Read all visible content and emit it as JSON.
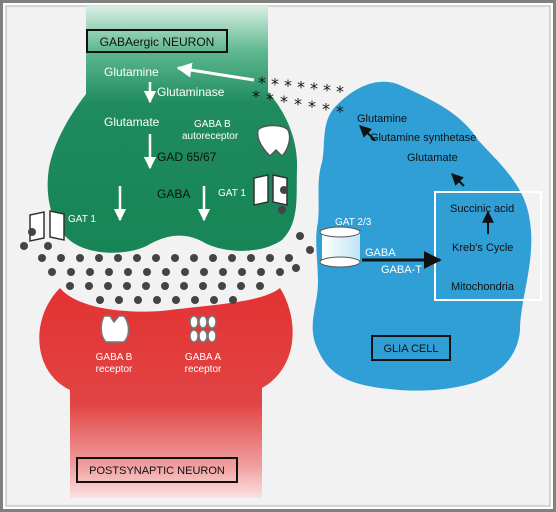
{
  "labels": {
    "gabaergic_neuron": "GABAergic NEURON",
    "glutamine_top": "Glutamine",
    "glutaminase": "Glutaminase",
    "glutamate_left": "Glutamate",
    "gad": "GAD 65/67",
    "gaba_left": "GABA",
    "gaba_b_autoreceptor_1": "GABA B",
    "gaba_b_autoreceptor_2": "autoreceptor",
    "gat1_left": "GAT 1",
    "gat1_right": "GAT 1",
    "glutamine_glia": "Glutamine",
    "glutamine_synthetase": "Glutamine synthetase",
    "glutamate_glia": "Glutamate",
    "succinic_acid": "Succinic acid",
    "krebs_cycle": "Kreb's Cycle",
    "mitochondria": "Mitochondria",
    "gat23": "GAT 2/3",
    "gaba_glia": "GABA",
    "gaba_t": "GABA-T",
    "glia_cell": "GLIA CELL",
    "gaba_b_receptor_1": "GABA B",
    "gaba_b_receptor_2": "receptor",
    "gaba_a_receptor_1": "GABA A",
    "gaba_a_receptor_2": "receptor",
    "postsynaptic_neuron": "POSTSYNAPTIC NEURON"
  },
  "colors": {
    "frame": "#808080",
    "background": "#ffffff",
    "gabaergic_neuron": "#1f8a5f",
    "glia_cell": "#2f9fd6",
    "postsynaptic_neuron": "#e03030",
    "vesicle_dots": "#444444",
    "arrow_dark": "#111111",
    "arrow_light": "#ffffff"
  },
  "icons": {
    "transporter": "gat-transporter-icon",
    "receptor": "receptor-icon",
    "glutamine_transfer": "asterisk-glutamine-icon"
  }
}
